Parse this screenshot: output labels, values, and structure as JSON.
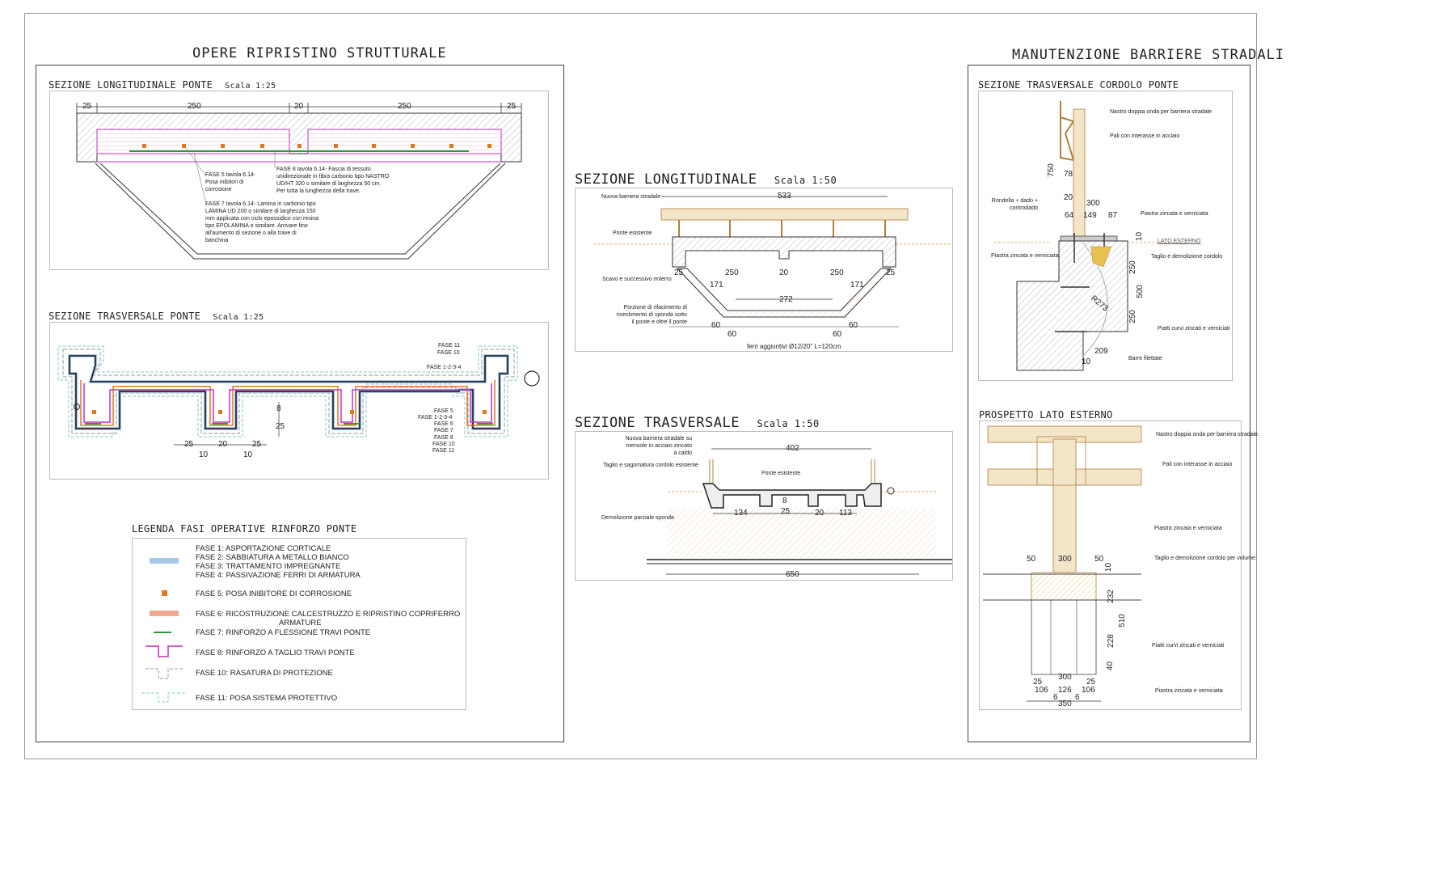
{
  "left": {
    "title": "OPERE RIPRISTINO STRUTTURALE",
    "long_section": {
      "title": "SEZIONE LONGITUDINALE PONTE",
      "scale": "Scala 1:25",
      "dims": [
        "25",
        "250",
        "20",
        "250",
        "25"
      ],
      "note_fase5": "FASE 5 tavola 6.14- Posa inibitori di corrosione",
      "note_fase8": "FASE 8 tavola 6.14- Fascia di tessuto unidirezionale in fibra carbonio tipo NASTRO UD/HT 320 o similare di larghezza 50 cm. Per tutta la lunghezza della trave.",
      "note_fase7": "FASE 7 tavola 6.14- Lamina in carbonio tipo LAMINA UD 200 o similare di larghezza 150 mm applicata con ciclo epossidico con resina tipo EPOLAMINA o similare. Arrivare fino all'aumento di sezione o alla trave di banchina"
    },
    "trans_section": {
      "title": "SEZIONE TRASVERSALE PONTE",
      "scale": "Scala 1:25",
      "labels_top": [
        "FASE 11",
        "FASE 10",
        "FASE 1-2-3-4"
      ],
      "labels_bottom": [
        "FASE 5",
        "FASE 1-2-3-4",
        "FASE 6",
        "FASE 7",
        "FASE 8",
        "FASE 10",
        "FASE 11"
      ],
      "dims": [
        "25",
        "20",
        "25",
        "10",
        "10",
        "25",
        "8"
      ]
    },
    "legend": {
      "title": "LEGENDA FASI OPERATIVE RINFORZO PONTE",
      "items": [
        {
          "lines": [
            "FASE 1: ASPORTAZIONE CORTICALE",
            "FASE 2: SABBIATURA A METALLO BIANCO",
            "FASE 3: TRATTAMENTO IMPREGNANTE",
            "FASE 4: PASSIVAZIONE FERRI DI ARMATURA"
          ],
          "color": "#a8c8e8"
        },
        {
          "lines": [
            "FASE 5: POSA INIBITORE DI CORROSIONE"
          ],
          "color": "#e07820"
        },
        {
          "lines": [
            "FASE 6: RICOSTRUZIONE CALCESTRUZZO E RIPRISTINO COPRIFERRO",
            "ARMATURE"
          ],
          "color": "#f0a890"
        },
        {
          "lines": [
            "FASE 7: RINFORZO A FLESSIONE TRAVI PONTE"
          ],
          "color": "#2a9a3a"
        },
        {
          "lines": [
            "FASE 8: RINFORZO A TAGLIO TRAVI PONTE"
          ],
          "color": "#c030c0"
        },
        {
          "lines": [
            "FASE 10: RASATURA DI PROTEZIONE"
          ],
          "color": "#999999"
        },
        {
          "lines": [
            "FASE 11: POSA SISTEMA PROTETTIVO"
          ],
          "color": "#80c8d0"
        }
      ]
    }
  },
  "middle": {
    "long": {
      "title": "SEZIONE LONGITUDINALE",
      "scale": "Scala 1:50",
      "labels": [
        "Nuova barriera stradale",
        "Ponte esistente",
        "Scavo e successivo rinterro",
        "Porzione di rifacimento di rivestimento di sponda sotto il ponte e oltre il ponte"
      ],
      "dims": [
        "533",
        "250",
        "20",
        "250",
        "272",
        "171",
        "171",
        "60",
        "60",
        "60",
        "60",
        "25",
        "25"
      ],
      "rebar": "ferri aggiuntivi Ø12/20\" L=120cm"
    },
    "trans": {
      "title": "SEZIONE TRASVERSALE",
      "scale": "Scala 1:50",
      "labels": [
        "Nuova barriera stradale su mensole in acciaio zincato a caldo",
        "Taglio e sagomatura cordolo esistente",
        "Ponte esistente",
        "Demolizione parziale sponda"
      ],
      "dims": [
        "402",
        "134",
        "25",
        "8",
        "20",
        "113",
        "650"
      ]
    }
  },
  "right": {
    "title": "MANUTENZIONE BARRIERE STRADALI",
    "section": {
      "title": "SEZIONE TRASVERSALE CORDOLO PONTE",
      "labels": [
        "Nastro doppia onda per barriera stradale",
        "Pali con interasse in acciaio",
        "Rondella + dado + controdado",
        "Piastra zincata e verniciata",
        "LATO ESTERNO",
        "Piastra zincata e verniciata",
        "Taglio e demolizione cordolo",
        "Piatti curvi zincati e verniciati",
        "Barre filettate"
      ],
      "dims": [
        "750",
        "78",
        "20",
        "300",
        "64",
        "149",
        "87",
        "10",
        "250",
        "500",
        "250",
        "R273",
        "209",
        "10"
      ]
    },
    "elevation": {
      "title": "PROSPETTO LATO ESTERNO",
      "labels": [
        "Nastro doppia onda per barriera stradale.",
        "Pali con interasse in acciaio",
        "Piastra zincata e verniciata",
        "Taglio e demolizione cordolo per volume.",
        "Piatti curvi zincati e verniciati",
        "Piastra zincata e verniciata"
      ],
      "dims": [
        "50",
        "300",
        "50",
        "10",
        "232",
        "510",
        "228",
        "40",
        "300",
        "25",
        "25",
        "106",
        "126",
        "106",
        "6",
        "6",
        "350"
      ]
    }
  }
}
